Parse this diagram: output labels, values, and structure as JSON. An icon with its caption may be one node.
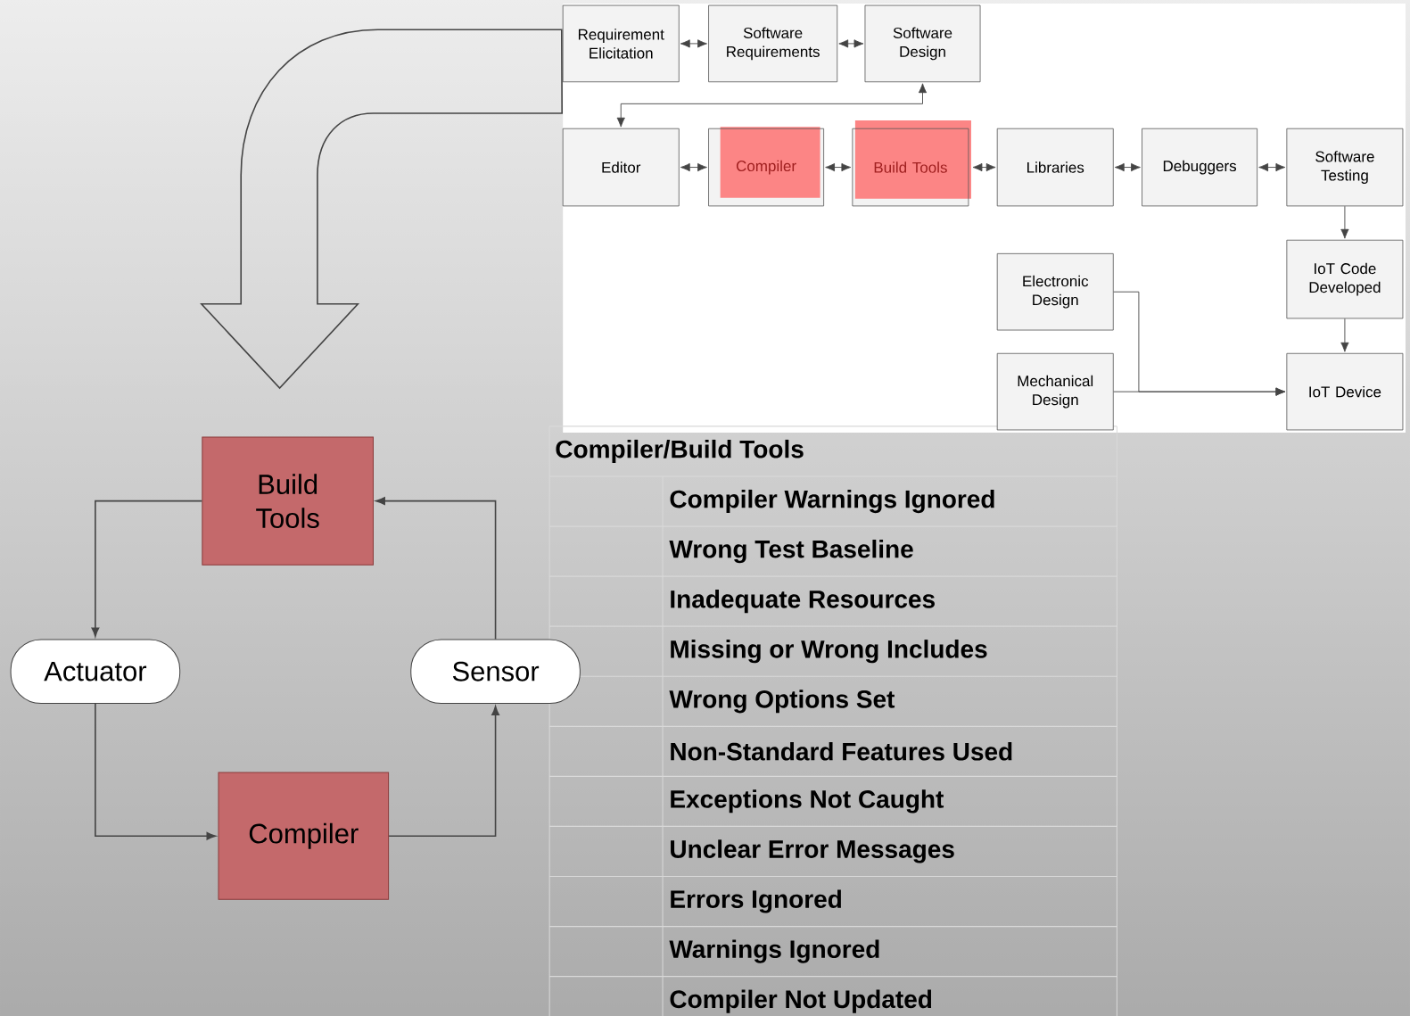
{
  "diagram": {
    "nodes": [
      {
        "text": [
          "Build Tools"
        ]
      },
      {
        "text": [
          "Actuator"
        ]
      },
      {
        "text": [
          "Sensor"
        ]
      },
      {
        "text": [
          "Compiler"
        ]
      },
      {
        "text": [
          "Requirement Elicitation"
        ]
      },
      {
        "text": [
          "Software Requirements"
        ]
      },
      {
        "text": [
          "Software Design"
        ]
      },
      {
        "text": [
          "Editor"
        ]
      },
      {
        "text": [
          "Compiler"
        ]
      },
      {
        "text": [
          "Build Tools"
        ]
      },
      {
        "text": [
          "Libraries"
        ]
      },
      {
        "text": [
          "Debuggers"
        ]
      },
      {
        "text": [
          "Software Testing"
        ]
      },
      {
        "text": [
          "Electronic Design"
        ]
      },
      {
        "text": [
          "IoT Code Developed"
        ]
      },
      {
        "text": [
          "Mechanical Design"
        ]
      },
      {
        "text": [
          "IoT Device"
        ]
      }
    ],
    "edges": [
      {
        "from": 0,
        "to": 1,
        "arrow": "to"
      },
      {
        "from": 1,
        "to": 3,
        "arrow": "to"
      },
      {
        "from": 3,
        "to": 2,
        "arrow": "to"
      },
      {
        "from": 2,
        "to": 0,
        "arrow": "to"
      },
      {
        "from": 4,
        "to": 5,
        "arrow": "both"
      },
      {
        "from": 5,
        "to": 6,
        "arrow": "both"
      },
      {
        "from": 6,
        "to": 7,
        "arrow": "both"
      },
      {
        "from": 7,
        "to": 8,
        "arrow": "both"
      },
      {
        "from": 8,
        "to": 9,
        "arrow": "both"
      },
      {
        "from": 9,
        "to": 10,
        "arrow": "both"
      },
      {
        "from": 10,
        "to": 11,
        "arrow": "both"
      },
      {
        "from": 11,
        "to": 12,
        "arrow": "both"
      },
      {
        "from": 12,
        "to": 14,
        "arrow": "to"
      },
      {
        "from": 14,
        "to": 16,
        "arrow": "to"
      },
      {
        "from": 13,
        "to": 16,
        "arrow": "to"
      },
      {
        "from": 15,
        "to": 16,
        "arrow": "to"
      },
      {
        "from": 4,
        "to": 0,
        "arrow": "to"
      }
    ],
    "labels": [
      "Compiler/Build Tools",
      "Compiler Warnings Ignored",
      "Wrong Test Baseline",
      "Inadequate Resources",
      "Missing or Wrong Includes",
      "Wrong Options Set",
      "Non-Standard Features Used",
      "Exceptions Not Caught",
      "Unclear  Error Messages",
      "Errors Ignored",
      "Warnings Ignored",
      "Compiler Not Updated"
    ]
  }
}
